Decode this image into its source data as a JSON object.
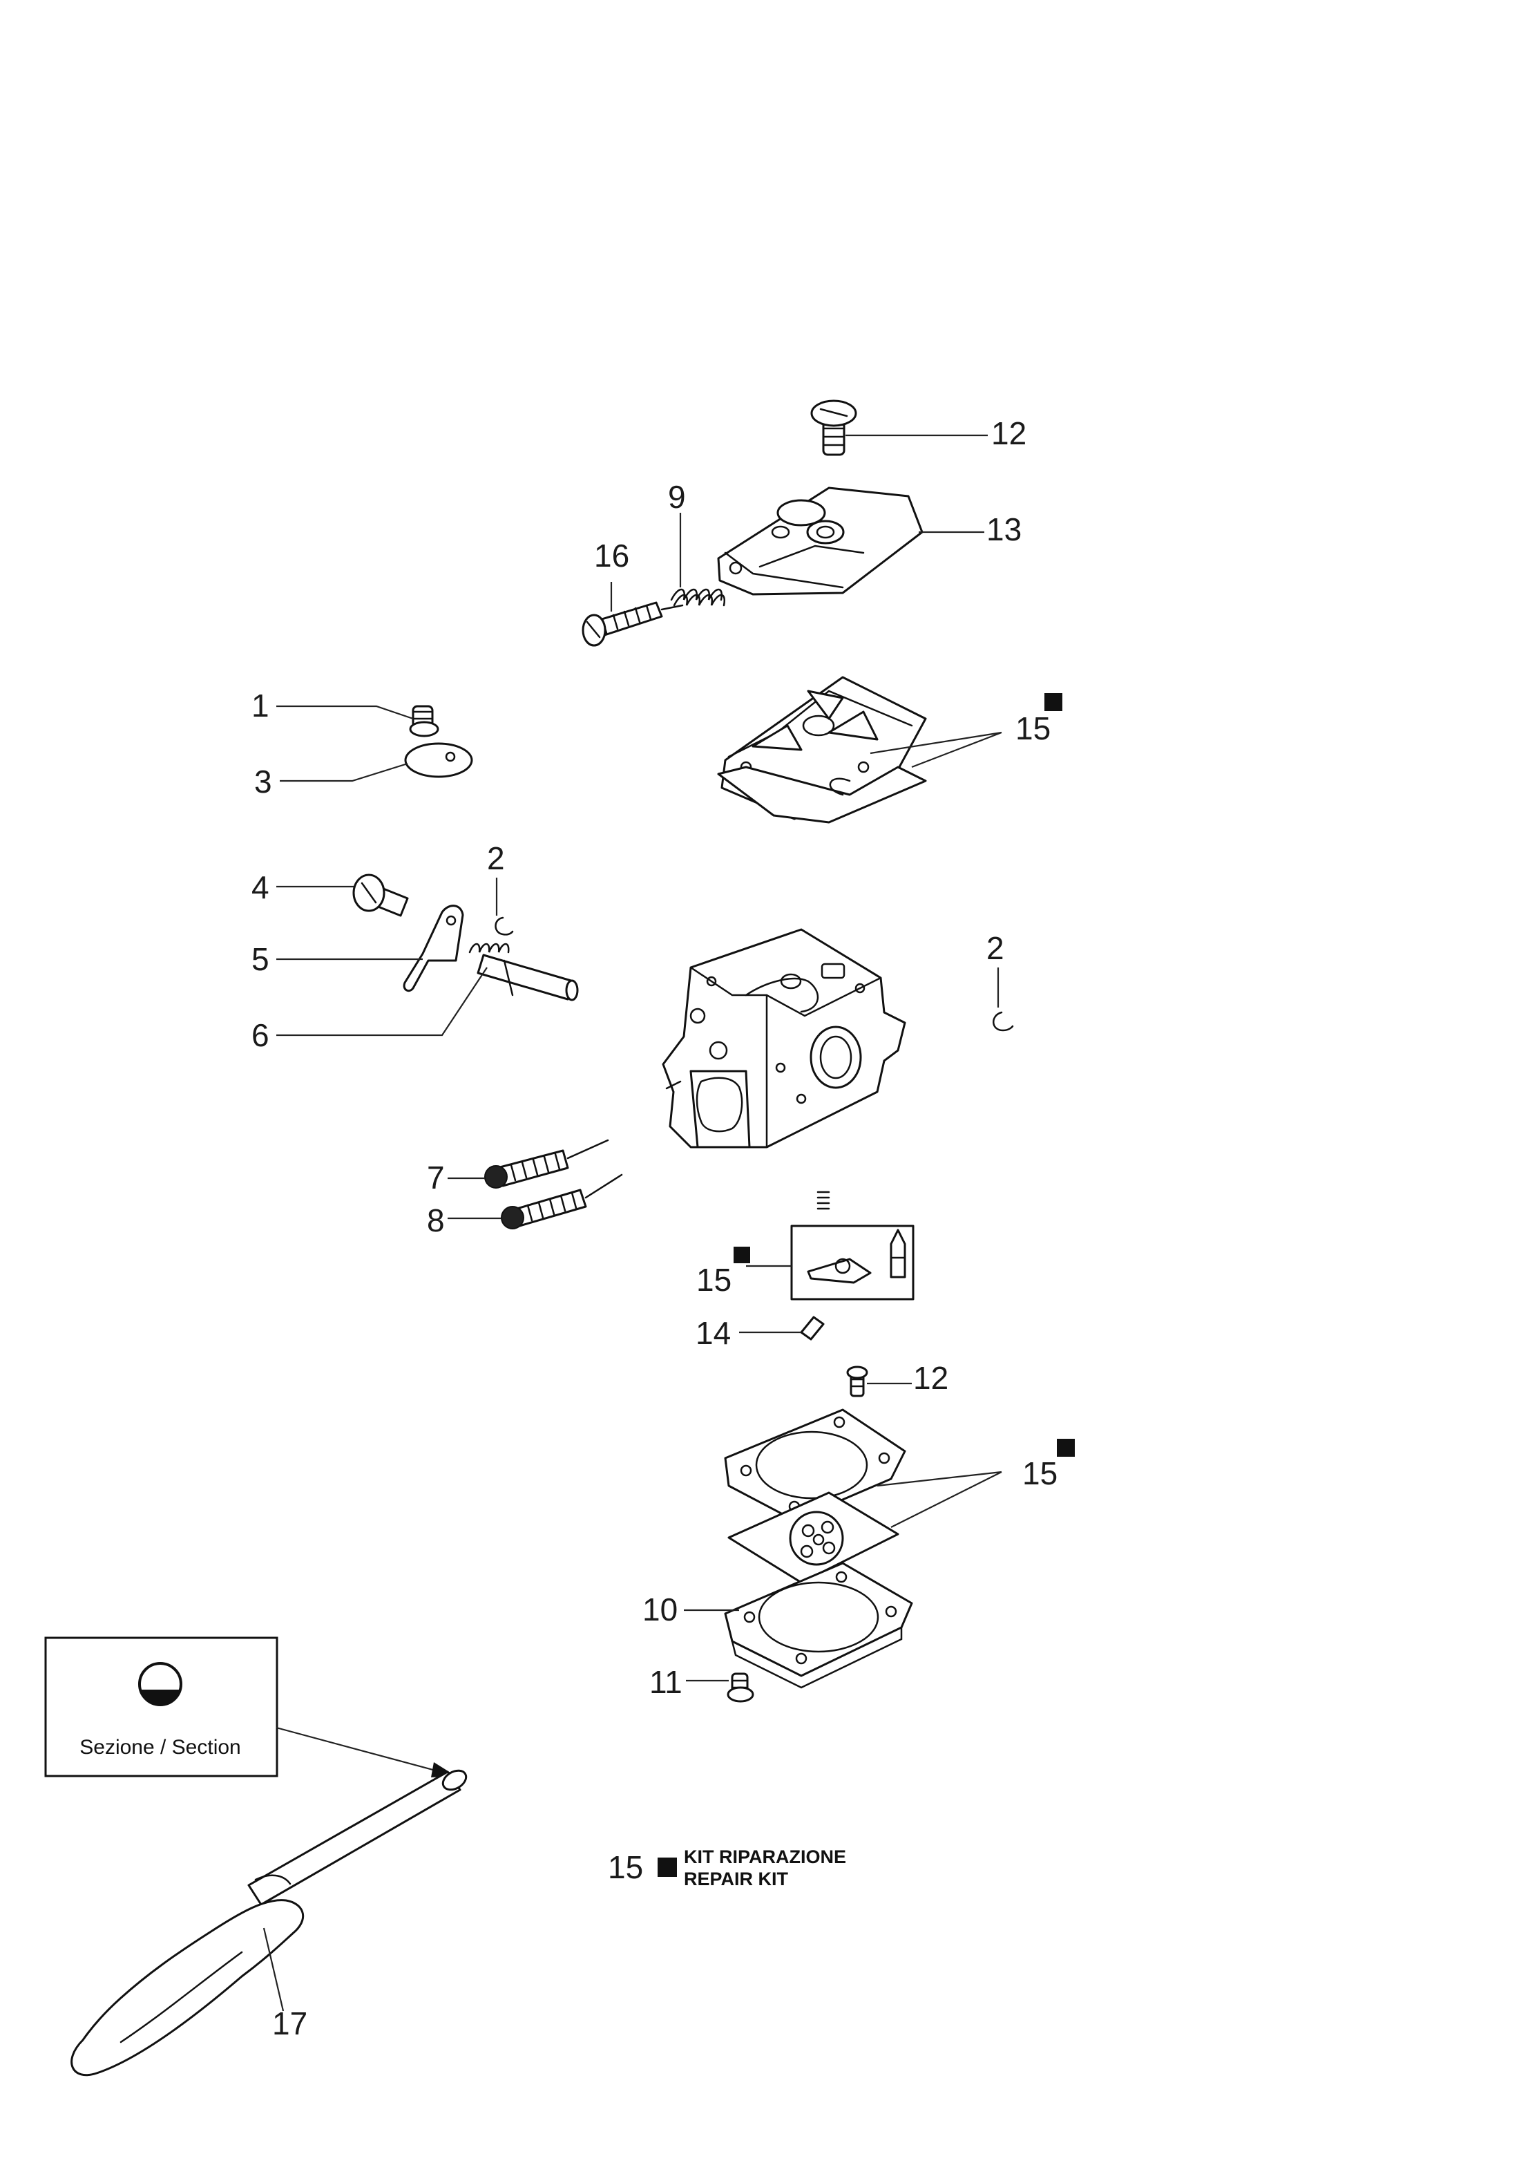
{
  "callouts": {
    "c1": "1",
    "c2a": "2",
    "c2b": "2",
    "c3": "3",
    "c4": "4",
    "c5": "5",
    "c6": "6",
    "c7": "7",
    "c8": "8",
    "c9": "9",
    "c10": "10",
    "c11": "11",
    "c12a": "12",
    "c12b": "12",
    "c13": "13",
    "c14": "14",
    "c15a": "15",
    "c15b": "15",
    "c15c": "15",
    "c15legend": "15",
    "c16": "16",
    "c17": "17"
  },
  "legend": {
    "line1": "KIT RIPARAZIONE",
    "line2": "REPAIR KIT"
  },
  "section_box": {
    "label": "Sezione / Section"
  }
}
